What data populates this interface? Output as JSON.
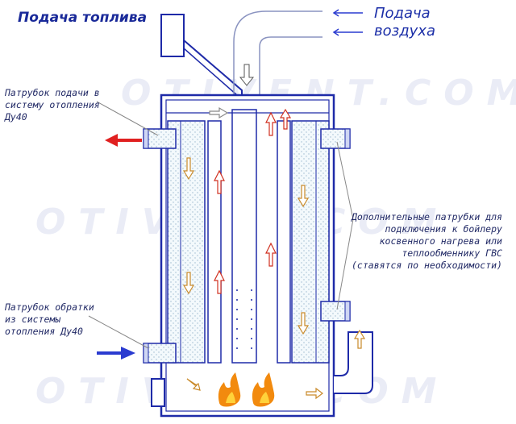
{
  "title": "Подача топлива",
  "air_supply": {
    "line1": "Подача",
    "line2": "воздуха"
  },
  "callouts": {
    "supply_pipe": [
      "Патрубок подачи в",
      "систему отопления",
      "Ду40"
    ],
    "return_pipe": [
      "Патрубок обратки",
      "из системы",
      "отопления Ду40"
    ],
    "extra_pipes": [
      "Дополнительные патрубки для",
      "подключения к бойлеру",
      "косвенного нагрева или",
      "теплообменнику ГВС",
      "(ставятся по необходимости)"
    ]
  },
  "watermark": "OTIVENT.COM",
  "colors": {
    "outline": "#1e2aa8",
    "water": "#eef6fb",
    "hot_arrow": "#e02020",
    "cold_arrow": "#2a3bd0",
    "flow_arrow": "#c98a2a",
    "flame": "#f28a0e"
  }
}
